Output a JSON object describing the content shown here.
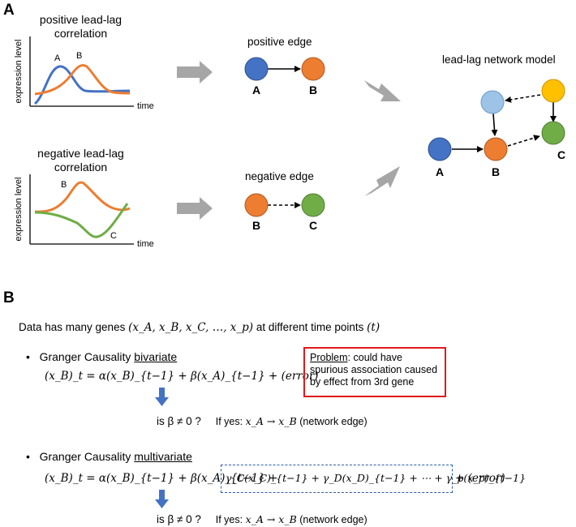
{
  "panel_a": {
    "label": "A",
    "positive_chart": {
      "title": "positive lead-lag\ncorrelation",
      "ylabel": "expression level",
      "xlabel": "time",
      "curve_a_label": "A",
      "curve_b_label": "B"
    },
    "negative_chart": {
      "title": "negative lead-lag\ncorrelation",
      "ylabel": "expression level",
      "xlabel": "time",
      "curve_b_label": "B",
      "curve_c_label": "C"
    },
    "positive_edge": {
      "title": "positive edge",
      "from": "A",
      "to": "B"
    },
    "negative_edge": {
      "title": "negative edge",
      "from": "B",
      "to": "C"
    },
    "network": {
      "title": "lead-lag network model",
      "node_a": "A",
      "node_b": "B",
      "node_c": "C"
    },
    "colors": {
      "blue": "#4472c4",
      "orange": "#ed7d31",
      "green": "#70ad47",
      "light_blue": "#9dc3e6",
      "yellow": "#ffc000",
      "gray_arrow": "#a6a6a6"
    }
  },
  "panel_b": {
    "label": "B",
    "intro_prefix": "Data has many genes ",
    "intro_math": "(x_A, x_B, x_C, …, x_p)",
    "intro_mid": " at different time points ",
    "intro_t": "(t)",
    "bivariate": {
      "bullet": "•",
      "heading_prefix": "Granger Causality ",
      "heading_underlined": "bivariate",
      "equation": "(x_B)_t = α(x_B)_{t−1} + β(x_A)_{t−1} + (error)",
      "question": "is β ≠ 0 ?",
      "if_yes": "If yes: ",
      "edge_math": "x_A → x_B",
      "edge_suffix": " (network edge)"
    },
    "problem": {
      "underlined": "Problem",
      "text": ": could have spurious association caused by effect from 3rd gene"
    },
    "multivariate": {
      "bullet": "•",
      "heading_prefix": "Granger Causality ",
      "heading_underlined": "multivariate",
      "equation_left": "(x_B)_t = α(x_B)_{t−1} + β(x_A)_{t−1} +",
      "equation_box": "γ_C(x_C)_{t−1} + γ_D(x_D)_{t−1} + ⋯ + γ_p(x_p)_{t−1}",
      "equation_right": "+ (error)",
      "question": "is β ≠ 0 ?",
      "if_yes": "If yes: ",
      "edge_math": "x_A → x_B",
      "edge_suffix": " (network edge)"
    },
    "colors": {
      "blue_arrow": "#4472c4",
      "problem_border": "#e0191b",
      "dash_box": "#2f5ea8"
    }
  }
}
